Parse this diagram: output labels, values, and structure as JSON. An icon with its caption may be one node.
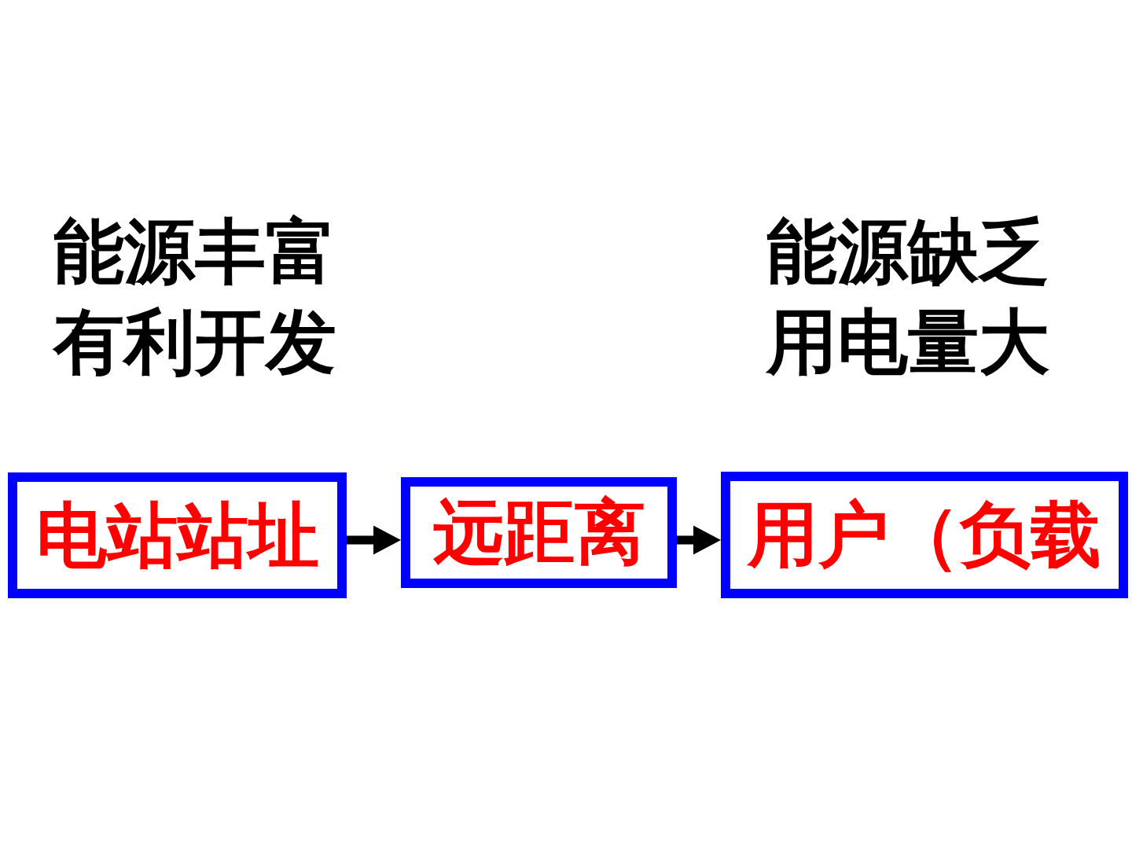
{
  "diagram": {
    "nodes": [
      {
        "text": [
          "电站站址"
        ],
        "beside": [
          "能源丰富",
          "有利开发"
        ]
      },
      {
        "text": [
          "远距离"
        ]
      },
      {
        "text": [
          "用户（负载"
        ],
        "beside": [
          "能源缺乏",
          "用电量大"
        ]
      }
    ],
    "edges": [
      {
        "from": 0,
        "to": 1,
        "arrow": "to"
      },
      {
        "from": 1,
        "to": 2,
        "arrow": "to"
      }
    ]
  }
}
